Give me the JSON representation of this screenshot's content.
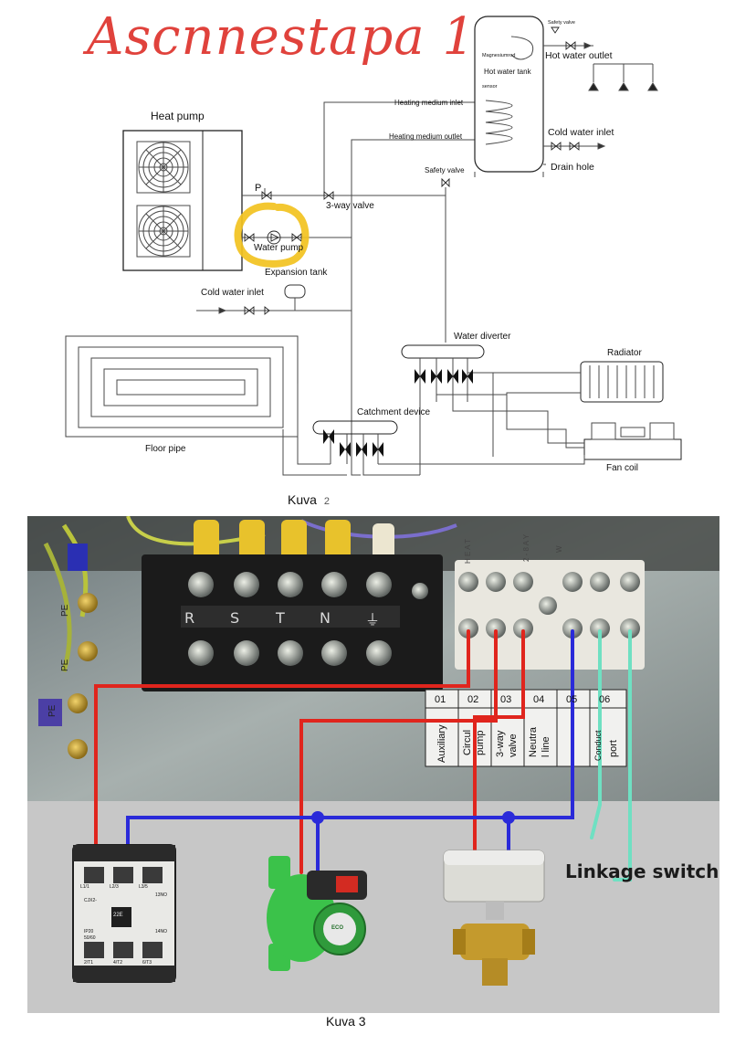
{
  "handwritten_title": "Ascnnestapa 1",
  "figure2": {
    "caption_kuva": "Kuva",
    "caption_num": "2",
    "heat_pump": "Heat pump",
    "three_way_valve": "3-way valve",
    "water_pump": "Water pump",
    "expansion_tank": "Expansion tank",
    "cold_water_inlet_left": "Cold water inlet",
    "heating_medium_inlet": "Heating medium  inlet",
    "heating_medium_outlet": "Heating medium  outlet",
    "safety_valve_mid": "Safety valve",
    "safety_valve_top": "Safety valve",
    "magnesium_rod": "Magnesiumrod",
    "hot_water_tank": "Hot water tank",
    "sensor": "sensor",
    "hot_water_outlet": "Hot water outlet",
    "cold_water_inlet_right": "Cold water inlet",
    "drain_hole": "Drain hole",
    "water_diverter": "Water diverter",
    "radiator": "Radiator",
    "catchment_device": "Catchment device",
    "floor_pipe": "Floor pipe",
    "fan_coil": "Fan coil",
    "pressure_symbol": "P"
  },
  "figure3": {
    "caption": "Kuva 3",
    "terminal_letters": [
      "R",
      "S",
      "T",
      "N",
      "⏚"
    ],
    "pe_labels": [
      "PE",
      "PE",
      "PE"
    ],
    "wire_tags": [
      "H E A T",
      "2 - 8 A Y",
      "W"
    ],
    "table_numbers": [
      "01",
      "02",
      "03",
      "04",
      "05",
      "06"
    ],
    "table_labels": [
      "Auxiliary",
      "Circul",
      "pump",
      "3-way",
      "valve",
      "Neutra",
      "l line",
      "Conduct",
      "port"
    ],
    "linkage_switch": "Linkage switch",
    "contactor_text": [
      "L1/1",
      "L2/3",
      "L3/5",
      "13NO",
      "CJX2-",
      "22E",
      "IP20",
      "50/60",
      "14NO",
      "2/T1",
      "4/T2",
      "6/T3"
    ],
    "pump_brand": "ECO"
  },
  "colors": {
    "handwriting": "#e0423c",
    "highlight": "#f2c21f",
    "wire_red": "#e0251d",
    "wire_blue": "#2a2ad9",
    "wire_teal": "#6fe0c2",
    "pump_green": "#3bc24a"
  }
}
